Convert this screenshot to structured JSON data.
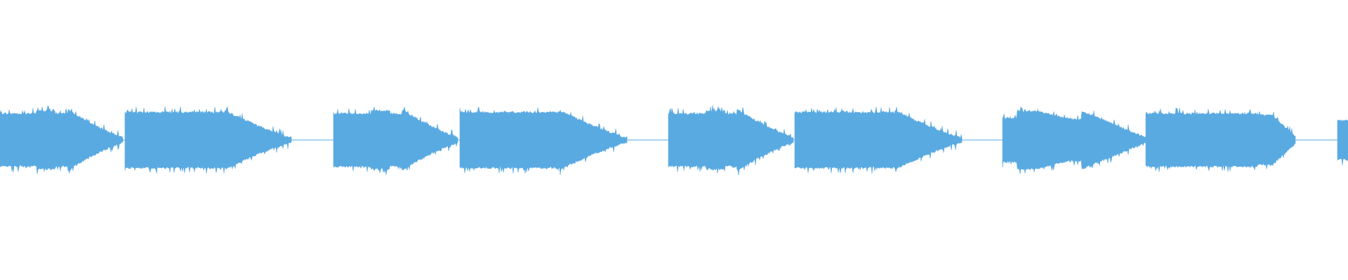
{
  "waveform": {
    "color": "#5aaae2",
    "segment_pattern": [
      "phrase-a",
      "phrase-b",
      "phrase-a",
      "phrase-b",
      "phrase-a",
      "phrase-b",
      "phrase-c",
      "phrase-d",
      "phrase-start"
    ]
  }
}
